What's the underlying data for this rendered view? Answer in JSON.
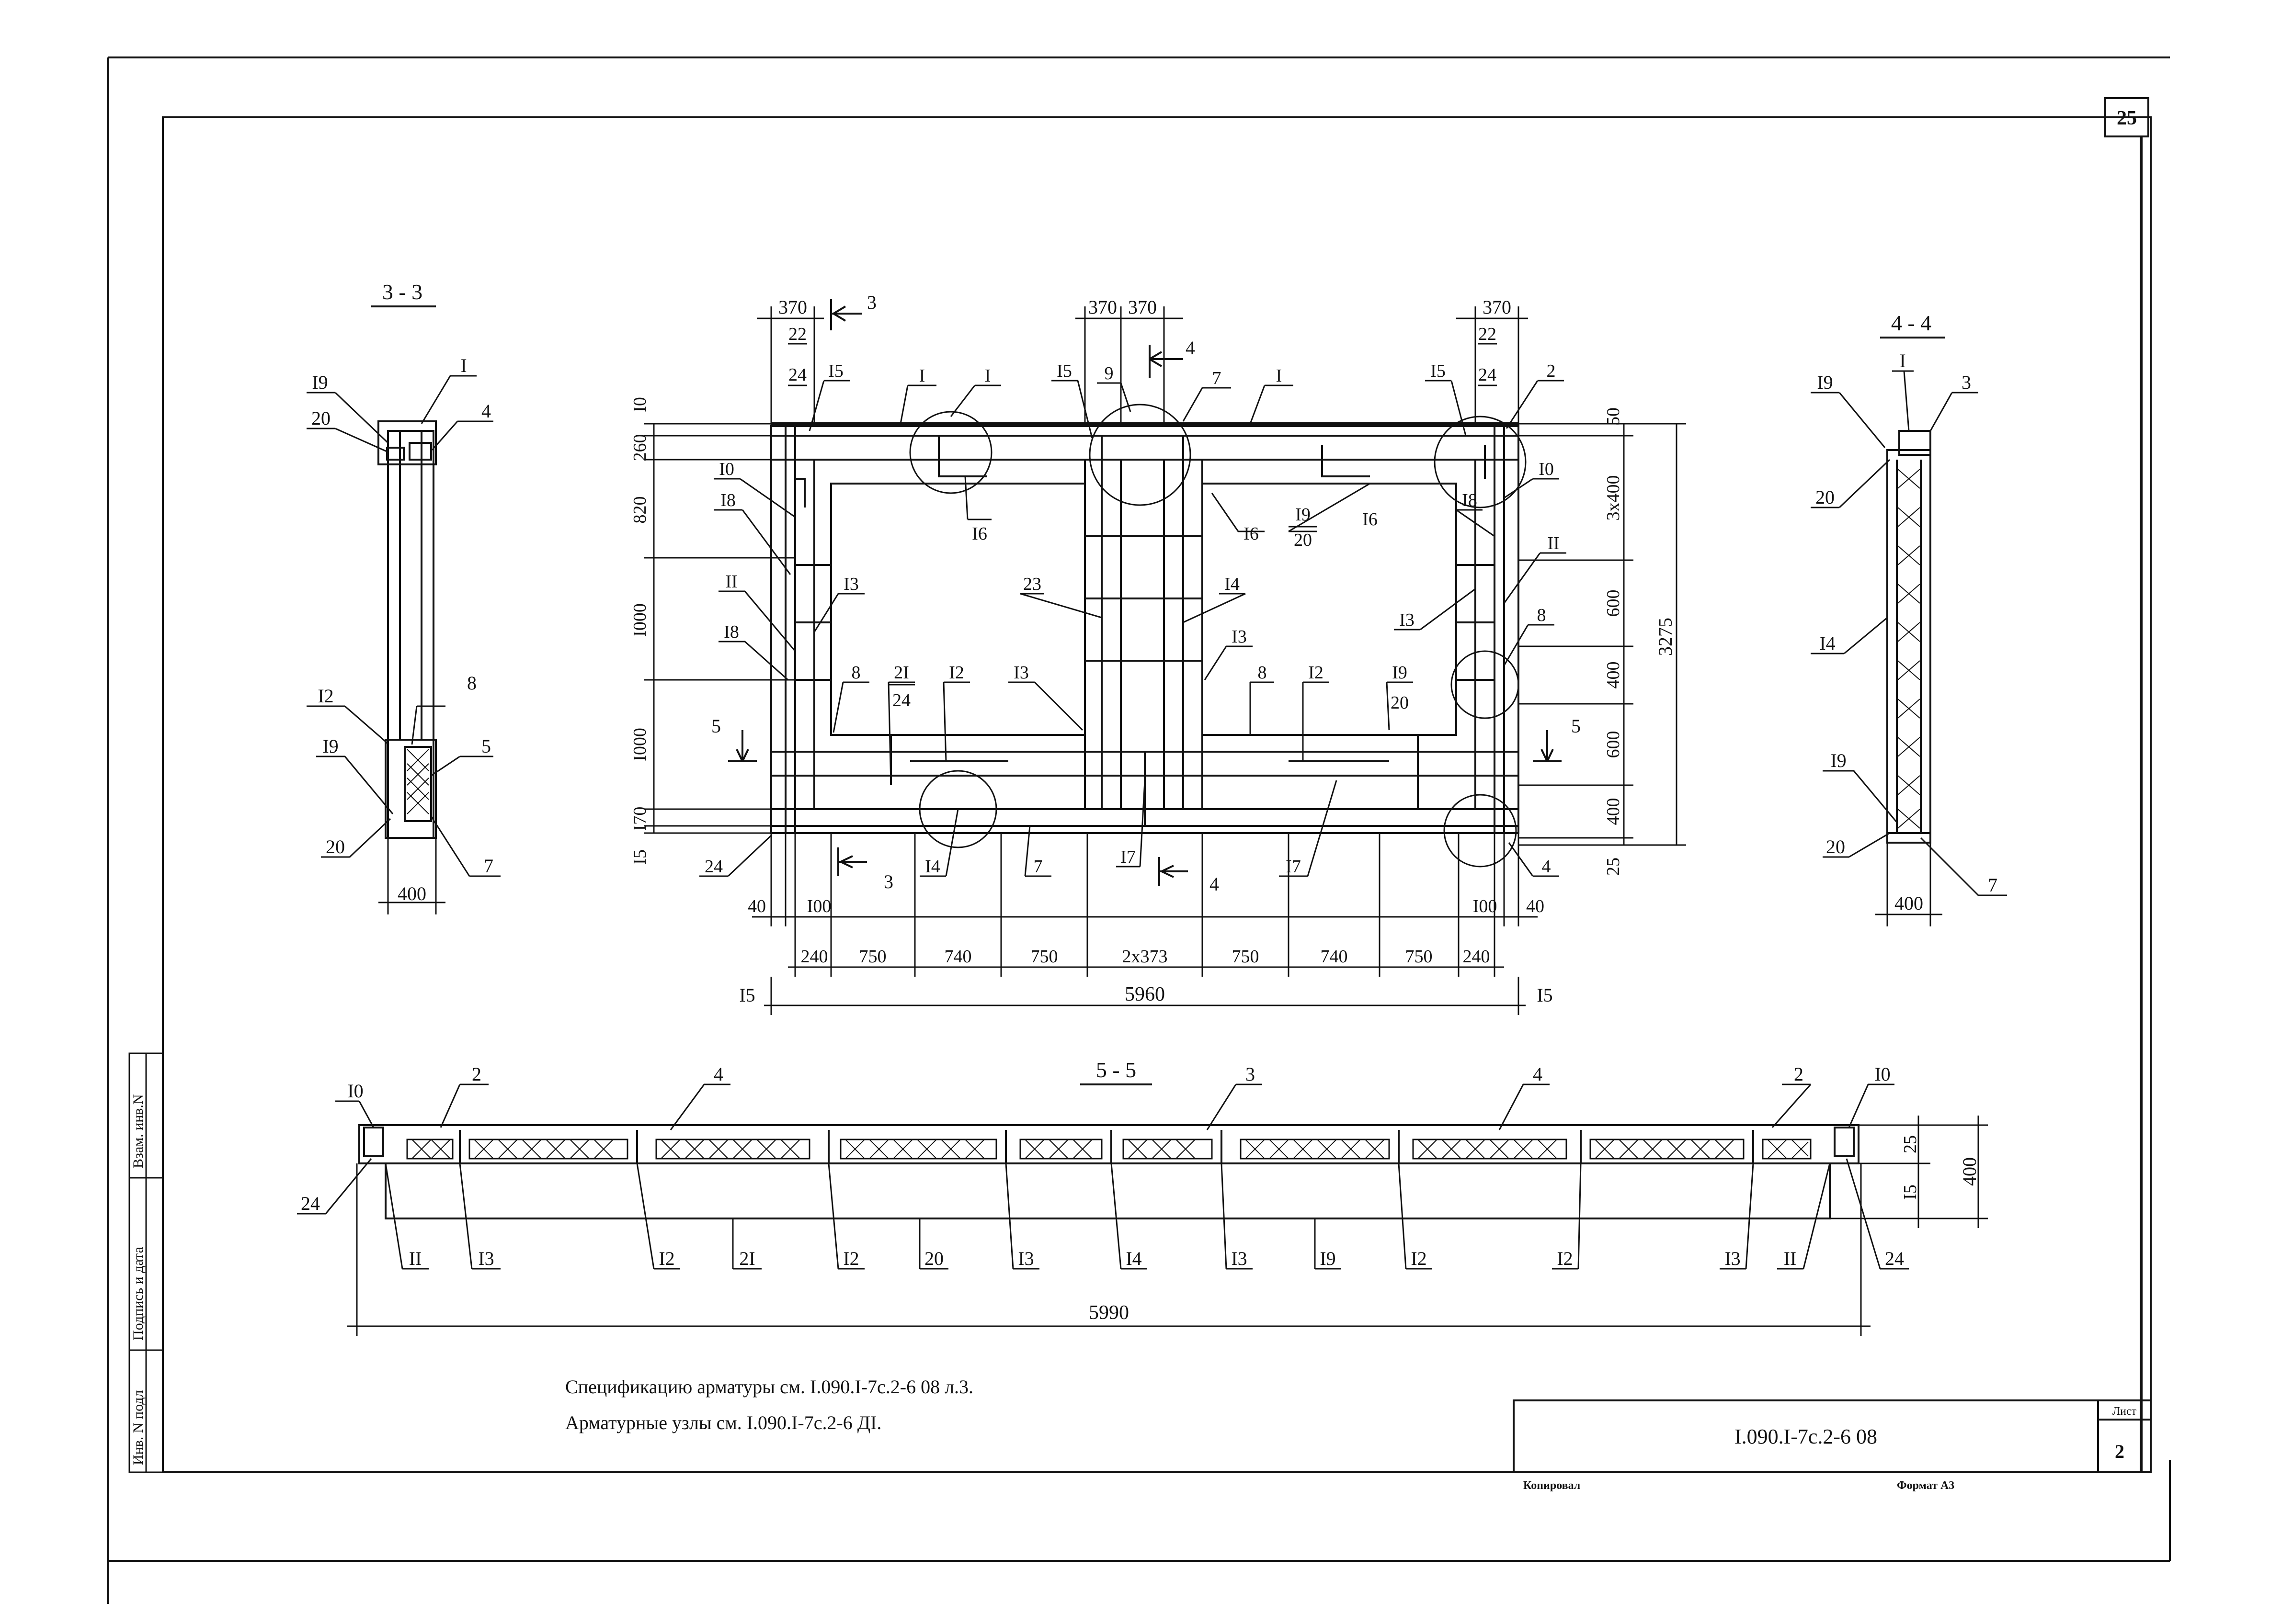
{
  "sheet": {
    "page_number": "25",
    "sheet_label": "Лист",
    "sheet_number": "2",
    "doc_code": "I.090.I-7c.2-6 08",
    "copied_label": "Копировал",
    "format_label": "Формат А3",
    "side_stamp": [
      "Инв. N подл",
      "Подпись и дата",
      "Взам. инв.N"
    ]
  },
  "notes": [
    "Спецификацию арматуры см. I.090.I-7c.2-6 08 л.3.",
    "Арматурные узлы см. I.090.I-7c.2-6 ДI."
  ],
  "section_3_3": {
    "title": "3 - 3",
    "labels": {
      "19": "I9",
      "20": "20",
      "1": "I",
      "4": "4",
      "12": "I2",
      "8": "8",
      "19b": "I9",
      "5": "5",
      "20b": "20",
      "7": "7"
    },
    "width": "400"
  },
  "section_4_4": {
    "title": "4 - 4",
    "labels": {
      "1": "I",
      "19": "I9",
      "3": "3",
      "20": "20",
      "14": "I4",
      "19b": "I9",
      "20b": "20",
      "7": "7"
    },
    "width": "400"
  },
  "section_5_5": {
    "title": "5 - 5",
    "top_labels": [
      "I0",
      "2",
      "4",
      "3",
      "4",
      "2",
      "I0"
    ],
    "bottom_labels": [
      "24",
      "II",
      "I3",
      "I2",
      "2I",
      "I2",
      "20",
      "I3",
      "I4",
      "I3",
      "I9",
      "I2",
      "I2",
      "I3",
      "II",
      "24"
    ],
    "dims_right": [
      "25",
      "400",
      "I5"
    ],
    "total": "5990"
  },
  "elevation": {
    "top_dims": [
      "370",
      "370",
      "370",
      "370"
    ],
    "left_dims": [
      "I0",
      "260",
      "820",
      "I000",
      "I000",
      "I70",
      "I5"
    ],
    "right_dims": [
      "50",
      "3x400",
      "600",
      "400",
      "600",
      "400",
      "25"
    ],
    "right_total": "3275",
    "bottom_chain": [
      "40",
      "I00",
      "240",
      "750",
      "740",
      "750",
      "2x373",
      "750",
      "740",
      "750",
      "240",
      "I00",
      "40"
    ],
    "total": "5960",
    "end_marks": [
      "I5",
      "I5"
    ],
    "cut_marks": [
      "3",
      "3",
      "4",
      "4",
      "5",
      "5"
    ],
    "labels": {
      "22a": "22",
      "24a": "24",
      "15a": "I5",
      "1a": "I",
      "1b": "I",
      "15b": "I5",
      "9": "9",
      "7": "7",
      "1c": "I",
      "15c": "I5",
      "22b": "22",
      "24b": "24",
      "2": "2",
      "10a": "I0",
      "18a": "I8",
      "11a": "II",
      "18b": "I8",
      "24c": "24",
      "16a": "I6",
      "16b": "I6",
      "19a": "I9",
      "20a": "20",
      "16c": "I6",
      "13a": "I3",
      "23": "23",
      "14a": "I4",
      "13b": "I3",
      "8a": "8",
      "21": "2I",
      "24d": "24",
      "12a": "I2",
      "13c": "I3",
      "8b": "8",
      "12b": "I2",
      "19b": "I9",
      "20b": "20",
      "10b": "I0",
      "18c": "I8",
      "11b": "II",
      "13d": "I3",
      "8c": "8",
      "14b": "I4",
      "7b": "7",
      "17a": "I7",
      "17b": "I7",
      "4": "4"
    }
  }
}
